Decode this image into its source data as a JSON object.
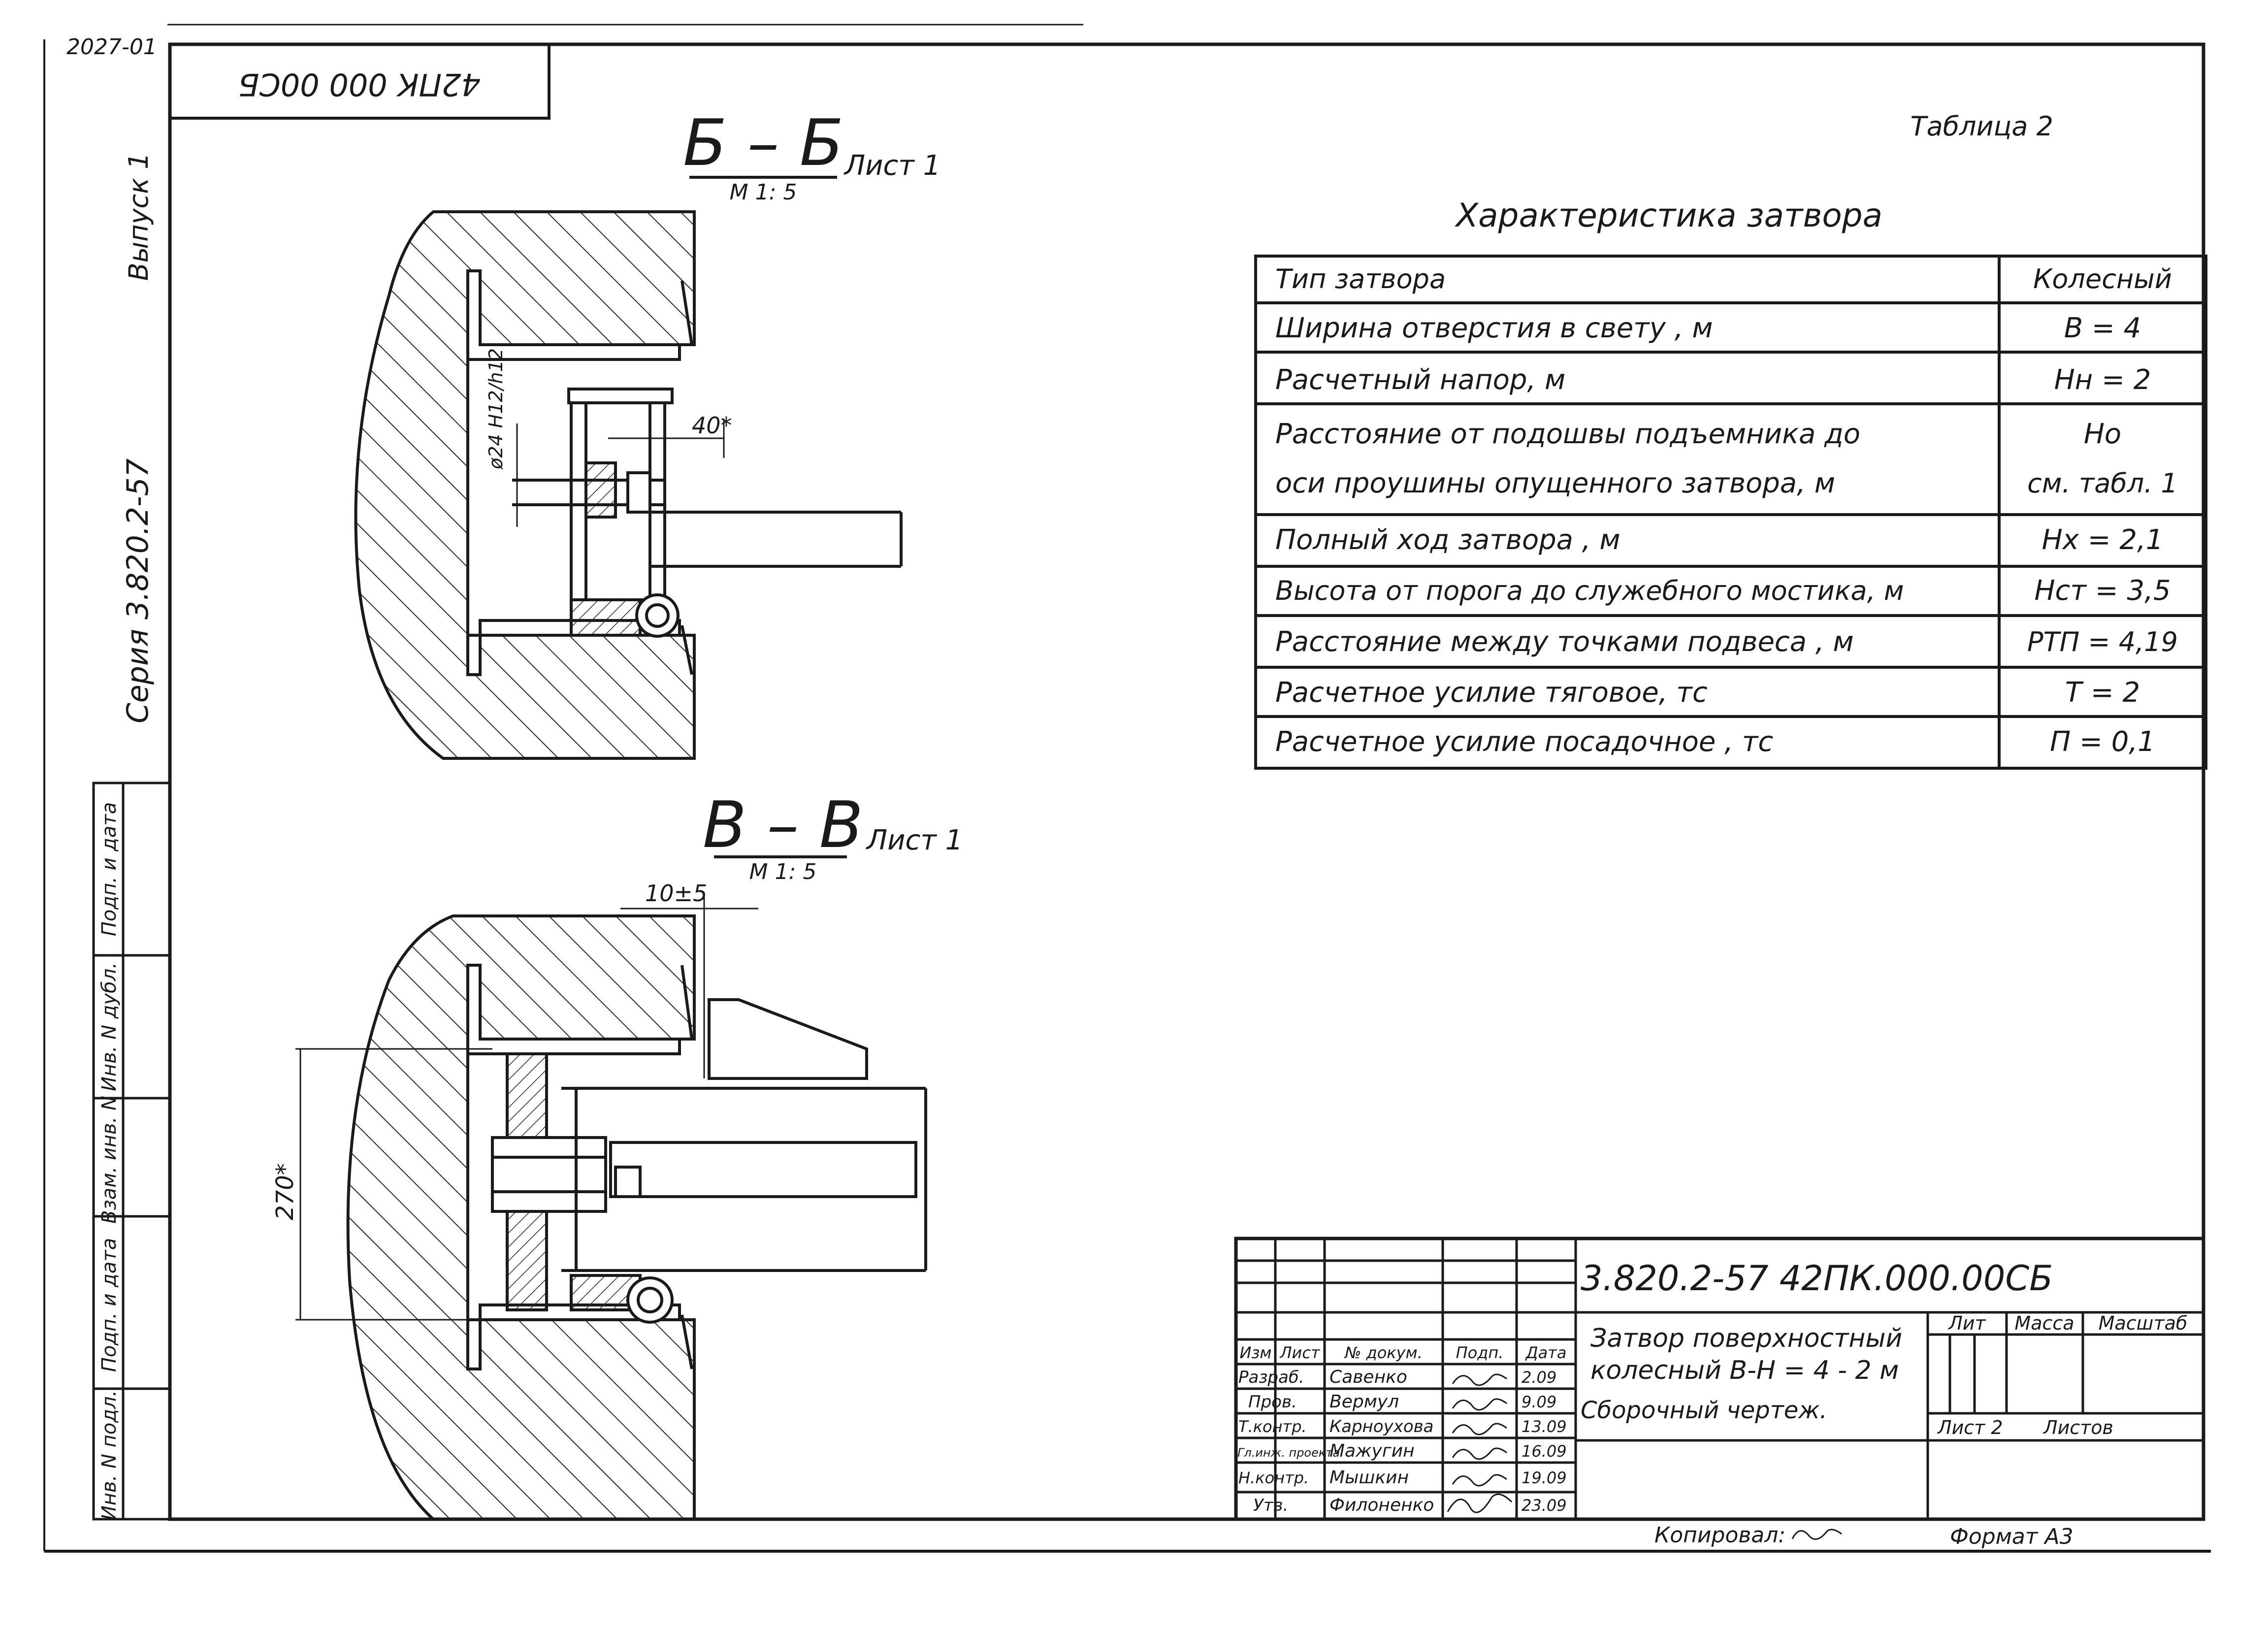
{
  "corner": {
    "code": "2027-01"
  },
  "flipped_stamp": "42ПК 000 00СБ",
  "side": {
    "vypusk": "Выпуск 1",
    "seria": "Серия 3.820.2-57",
    "fields": [
      "Инв. N подл.",
      "Подп. и дата",
      "Взам. инв. N",
      "Инв. N дубл.",
      "Подп. и дата"
    ]
  },
  "section_bb": {
    "label": "Б – Б",
    "scale": "М 1: 5",
    "sheet": "Лист 1",
    "dims": {
      "hole": "ø24 H12/h12",
      "offset": "40*"
    }
  },
  "section_vv": {
    "label": "В – В",
    "scale": "М 1: 5",
    "sheet": "Лист 1",
    "dims": {
      "gap": "10±5",
      "height": "270*"
    }
  },
  "table": {
    "caption": "Таблица 2",
    "title": "Характеристика    затвора",
    "rows": [
      {
        "param": "Тип  затвора",
        "value": "Колесный"
      },
      {
        "param": "Ширина  отверстия  в свету ,  м",
        "value": "В = 4"
      },
      {
        "param": "Расчетный  напор,    м",
        "value": "Нн = 2"
      },
      {
        "param": "Расстояние от подошвы подъемника до",
        "param2": "оси проушины опущенного затвора, м",
        "value": "Но",
        "value2": "см. табл. 1"
      },
      {
        "param": "Полный ход затвора , м",
        "value": "Нх = 2,1"
      },
      {
        "param": "Высота от порога до служебного мостика, м",
        "value": "Нст = 3,5"
      },
      {
        "param": "Расстояние между точками подвеса , м",
        "value": "РТП = 4,19"
      },
      {
        "param": "Расчетное усилие тяговое,  тс",
        "value": "Т = 2"
      },
      {
        "param": "Расчетное усилие посадочное ,  тс",
        "value": "П = 0,1"
      }
    ]
  },
  "title_block": {
    "designation": "3.820.2-57     42ПК.000.00СБ",
    "title_lines": [
      "Затвор поверхностный",
      "колесный  В-Н = 4 - 2 м",
      "Сборочный  чертеж."
    ],
    "headers": [
      "Изм",
      "Лист",
      "№ докум.",
      "Подп.",
      "Дата"
    ],
    "people": [
      {
        "role": "Разраб.",
        "name": "Савенко",
        "date": "2.09"
      },
      {
        "role": "Пров.",
        "name": "Вермул",
        "date": "9.09"
      },
      {
        "role": "Т.контр.",
        "name": "Карноухова",
        "date": "13.09"
      },
      {
        "role": "Гл.инж. проекта",
        "name": "Мажугин",
        "date": "16.09"
      },
      {
        "role": "Н.контр.",
        "name": "Мышкин",
        "date": "19.09"
      },
      {
        "role": "Утв.",
        "name": "Филоненко",
        "date": "23.09"
      }
    ],
    "lit": "Лит",
    "massa": "Масса",
    "masshtab": "Масштаб",
    "list": "Лист 2",
    "listov": "Листов"
  },
  "footer": {
    "copied": "Копировал:",
    "format": "Формат А3"
  }
}
